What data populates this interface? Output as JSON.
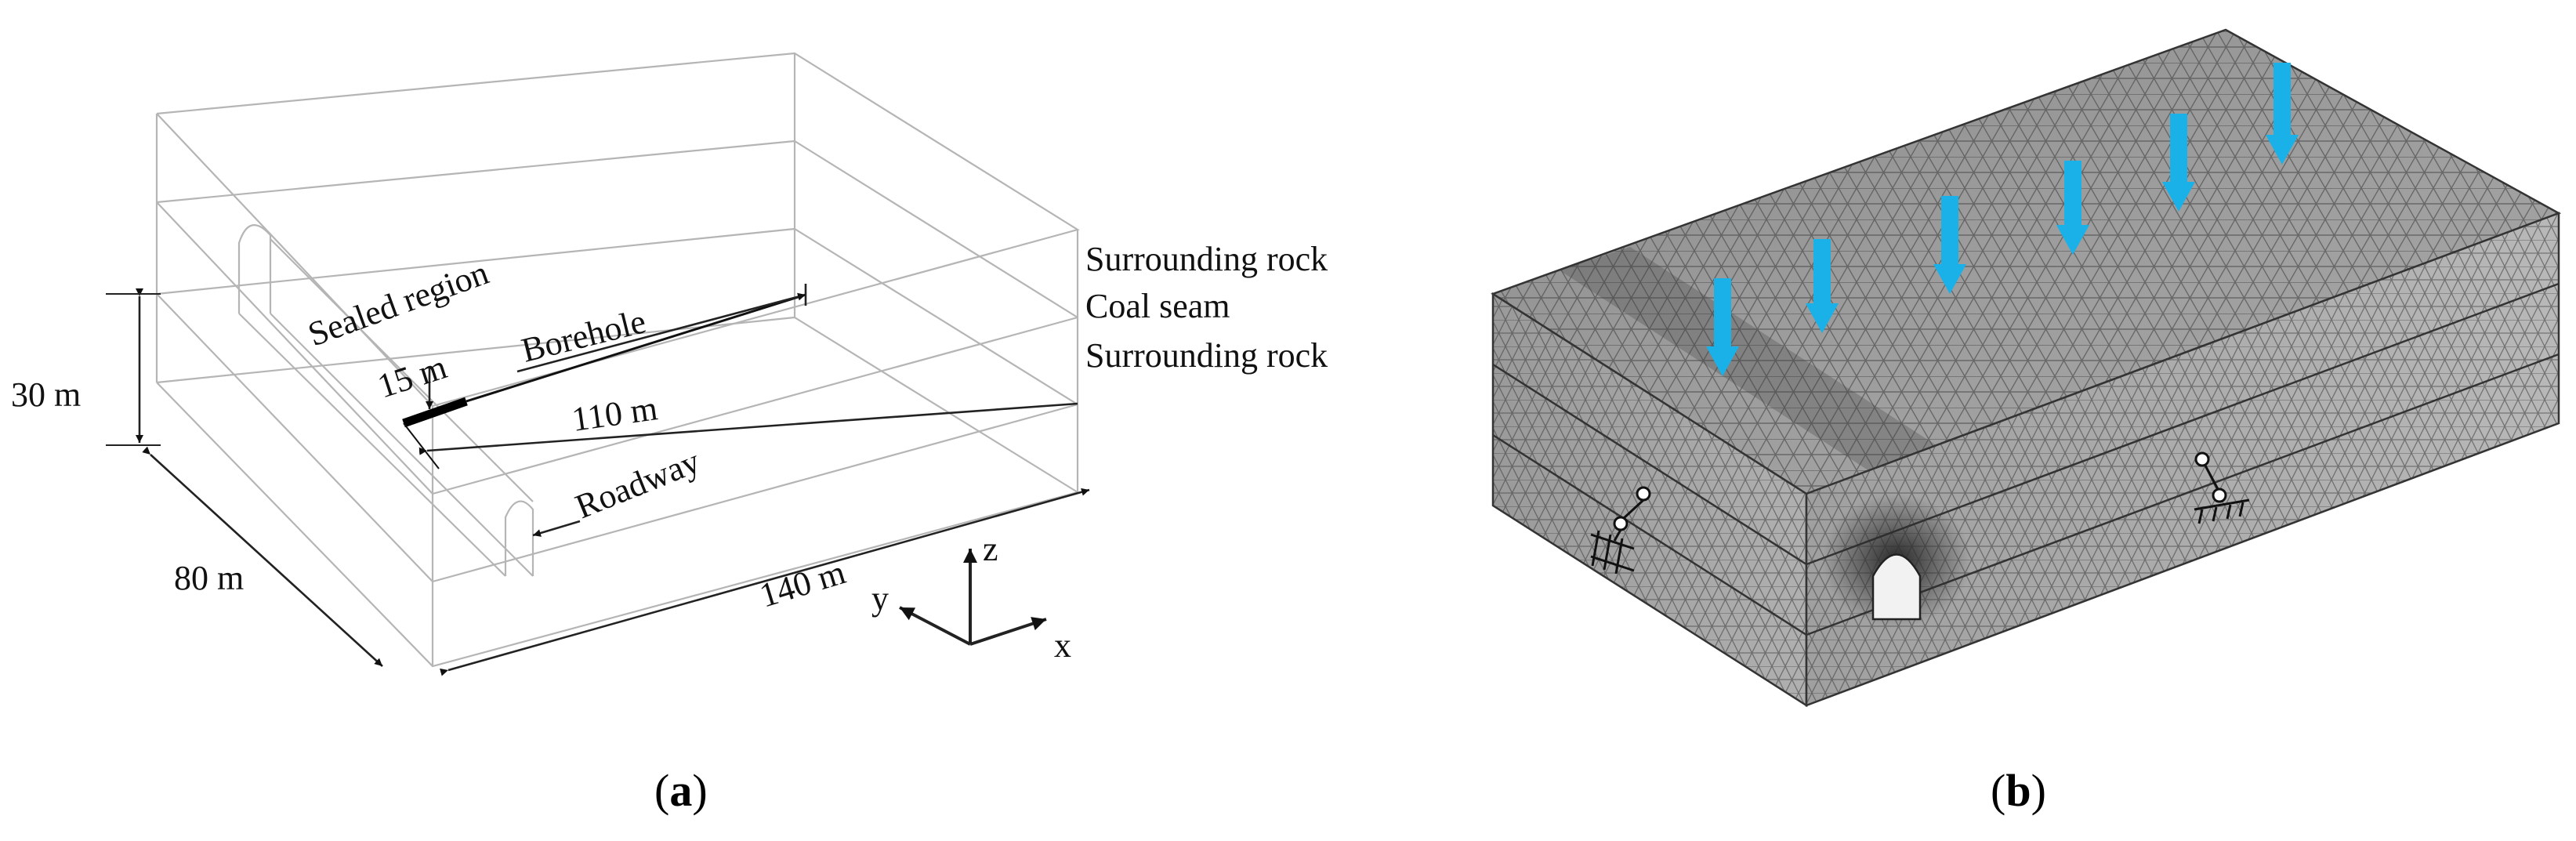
{
  "panel_a": {
    "caption": "a",
    "labels": {
      "surrounding_rock_top": "Surrounding rock",
      "coal_seam": "Coal seam",
      "surrounding_rock_bottom": "Surrounding rock",
      "sealed_region": "Sealed region",
      "borehole": "Borehole",
      "roadway": "Roadway"
    },
    "dimensions": {
      "height": "30 m",
      "width": "80 m",
      "length": "140 m",
      "borehole_length": "110 m",
      "sealed_length": "15 m"
    },
    "axes": {
      "x": "x",
      "y": "y",
      "z": "z"
    }
  },
  "panel_b": {
    "caption": "b",
    "load_arrow_color": "#1ab0e8",
    "mesh_color": "#8c8c8c"
  }
}
